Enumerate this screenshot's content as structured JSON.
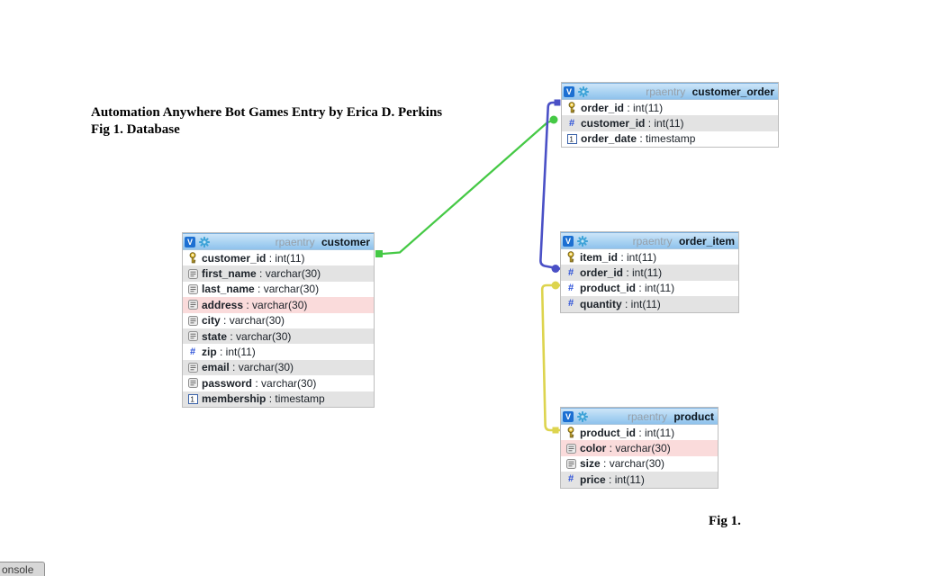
{
  "annotation": {
    "line1": "Automation Anywhere Bot Games Entry by Erica D. Perkins",
    "line2": "Fig 1. Database",
    "caption": "Fig 1."
  },
  "console": {
    "label": "onsole"
  },
  "ui": {
    "view_badge": "V"
  },
  "colors": {
    "header_gradient_top": "#cde5f8",
    "header_gradient_bottom": "#8fc2ec",
    "row_alt": "#e3e3e3",
    "row_highlight": "#fadbdb"
  },
  "tables": [
    {
      "key": "customer_order",
      "schema": "rpaentry ",
      "name": "customer_order",
      "fields": [
        {
          "name": "order_id",
          "type": "int(11)",
          "icon": "key",
          "bg": "white"
        },
        {
          "name": "customer_id",
          "type": "int(11)",
          "icon": "hash",
          "bg": "alt"
        },
        {
          "name": "order_date",
          "type": "timestamp",
          "icon": "calendar",
          "bg": "white"
        }
      ]
    },
    {
      "key": "customer",
      "schema": "rpaentry ",
      "name": "customer",
      "fields": [
        {
          "name": "customer_id",
          "type": "int(11)",
          "icon": "key",
          "bg": "white"
        },
        {
          "name": "first_name",
          "type": "varchar(30)",
          "icon": "text",
          "bg": "alt"
        },
        {
          "name": "last_name",
          "type": "varchar(30)",
          "icon": "text",
          "bg": "white"
        },
        {
          "name": "address",
          "type": "varchar(30)",
          "icon": "text",
          "bg": "pink"
        },
        {
          "name": "city",
          "type": "varchar(30)",
          "icon": "text",
          "bg": "white"
        },
        {
          "name": "state",
          "type": "varchar(30)",
          "icon": "text",
          "bg": "alt"
        },
        {
          "name": "zip",
          "type": "int(11)",
          "icon": "hash",
          "bg": "white"
        },
        {
          "name": "email",
          "type": "varchar(30)",
          "icon": "text",
          "bg": "alt"
        },
        {
          "name": "password",
          "type": "varchar(30)",
          "icon": "text",
          "bg": "white"
        },
        {
          "name": "membership",
          "type": "timestamp",
          "icon": "calendar",
          "bg": "alt"
        }
      ]
    },
    {
      "key": "order_item",
      "schema": "rpaentry ",
      "name": "order_item",
      "fields": [
        {
          "name": "item_id",
          "type": "int(11)",
          "icon": "key",
          "bg": "white"
        },
        {
          "name": "order_id",
          "type": "int(11)",
          "icon": "hash",
          "bg": "alt"
        },
        {
          "name": "product_id",
          "type": "int(11)",
          "icon": "hash",
          "bg": "white"
        },
        {
          "name": "quantity",
          "type": "int(11)",
          "icon": "hash",
          "bg": "alt"
        }
      ]
    },
    {
      "key": "product",
      "schema": "rpaentry ",
      "name": "product",
      "fields": [
        {
          "name": "product_id",
          "type": "int(11)",
          "icon": "key",
          "bg": "white"
        },
        {
          "name": "color",
          "type": "varchar(30)",
          "icon": "text",
          "bg": "pink"
        },
        {
          "name": "size",
          "type": "varchar(30)",
          "icon": "text",
          "bg": "white"
        },
        {
          "name": "price",
          "type": "int(11)",
          "icon": "hash",
          "bg": "alt"
        }
      ]
    }
  ],
  "relations": [
    {
      "from": "customer.customer_id",
      "to": "customer_order.customer_id",
      "color": "#45c945"
    },
    {
      "from": "customer_order.order_id",
      "to": "order_item.order_id",
      "color": "#4a50c6"
    },
    {
      "from": "order_item.product_id",
      "to": "product.product_id",
      "color": "#ddd44e"
    }
  ]
}
